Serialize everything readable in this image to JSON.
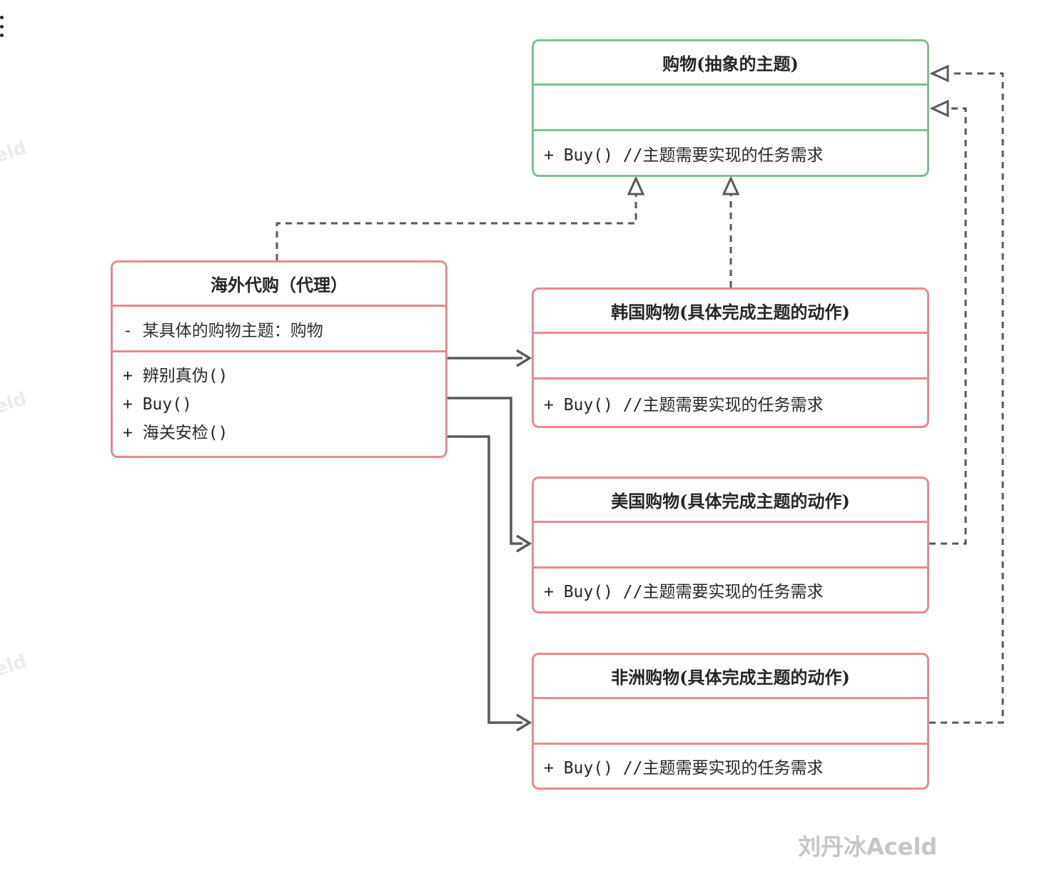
{
  "classes": {
    "subject": {
      "title": "购物(抽象的主题)",
      "methods": "+ Buy() //主题需要实现的任务需求"
    },
    "proxy": {
      "title": "海外代购（代理）",
      "attribute": "- 某具体的购物主题：购物",
      "methods": [
        "+ 辨别真伪()",
        "+ Buy()",
        "+ 海关安检()"
      ]
    },
    "korea": {
      "title": "韩国购物(具体完成主题的动作)",
      "methods": "+ Buy() //主题需要实现的任务需求"
    },
    "usa": {
      "title": "美国购物(具体完成主题的动作)",
      "methods": "+ Buy() //主题需要实现的任务需求"
    },
    "africa": {
      "title": "非洲购物(具体完成主题的动作)",
      "methods": "+ Buy() //主题需要实现的任务需求"
    }
  },
  "edges": {
    "proxy_realizes_subject": "dashed realization, hollow triangle",
    "korea_realizes_subject": "dashed realization, hollow triangle",
    "usa_realizes_subject": "dashed realization, hollow triangle",
    "africa_realizes_subject": "dashed realization, hollow triangle",
    "proxy_to_korea": "solid association arrow",
    "proxy_to_usa": "solid association arrow",
    "proxy_to_africa": "solid association arrow"
  },
  "watermarks": {
    "author": "刘丹冰Aceld",
    "edge_fragment": "eld"
  },
  "colors": {
    "subject_border": "#7cc28b",
    "concrete_border": "#e8898d",
    "connector": "#595959",
    "author_watermark": "#c6c6c6",
    "edge_watermark": "#ebebe9"
  }
}
